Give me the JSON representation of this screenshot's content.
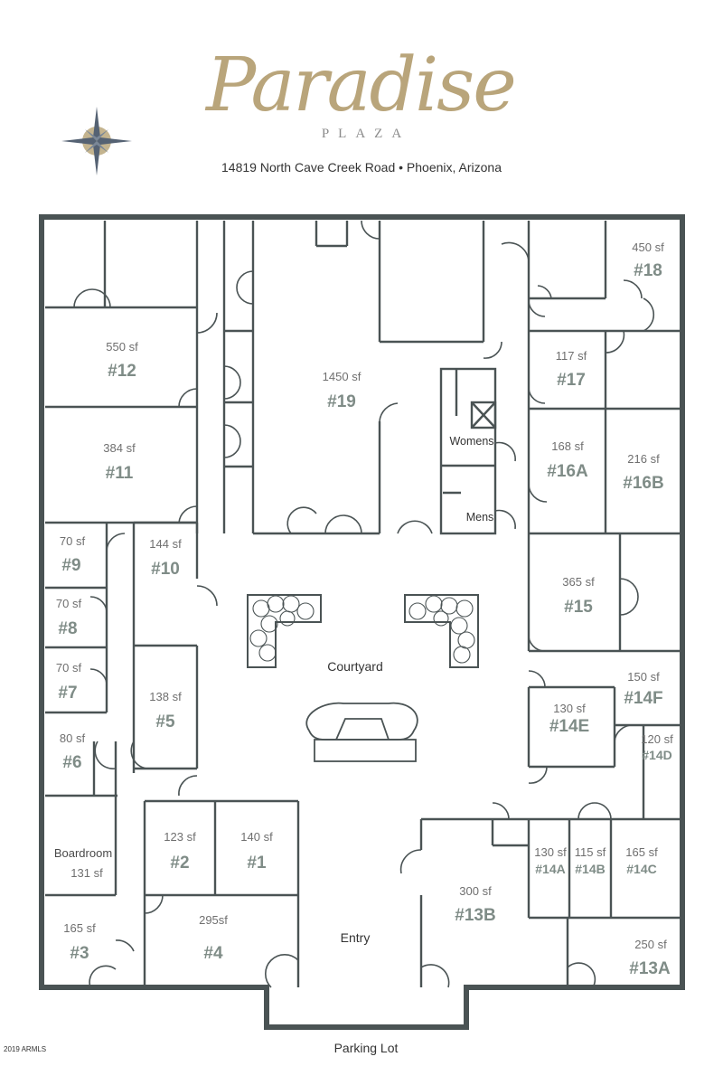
{
  "brand": {
    "title": "Paradise",
    "subtitle": "PLAZA",
    "address": "14819 North Cave Creek Road • Phoenix, Arizona"
  },
  "copyright": "2019 ARMLS",
  "areas": {
    "courtyard": "Courtyard",
    "entry": "Entry",
    "parking": "Parking Lot",
    "womens": "Womens",
    "mens": "Mens"
  },
  "rooms": [
    {
      "id": "18",
      "sf": "450 sf",
      "num": "#18"
    },
    {
      "id": "12",
      "sf": "550 sf",
      "num": "#12"
    },
    {
      "id": "19",
      "sf": "1450 sf",
      "num": "#19"
    },
    {
      "id": "17",
      "sf": "117 sf",
      "num": "#17"
    },
    {
      "id": "11",
      "sf": "384 sf",
      "num": "#11"
    },
    {
      "id": "16a",
      "sf": "168 sf",
      "num": "#16A"
    },
    {
      "id": "16b",
      "sf": "216 sf",
      "num": "#16B"
    },
    {
      "id": "9",
      "sf": "70 sf",
      "num": "#9"
    },
    {
      "id": "10",
      "sf": "144 sf",
      "num": "#10"
    },
    {
      "id": "15",
      "sf": "365 sf",
      "num": "#15"
    },
    {
      "id": "8",
      "sf": "70 sf",
      "num": "#8"
    },
    {
      "id": "7",
      "sf": "70 sf",
      "num": "#7"
    },
    {
      "id": "14f",
      "sf": "150 sf",
      "num": "#14F"
    },
    {
      "id": "5",
      "sf": "138 sf",
      "num": "#5"
    },
    {
      "id": "14e",
      "sf": "130 sf",
      "num": "#14E"
    },
    {
      "id": "14d",
      "sf": "120 sf",
      "num": "#14D"
    },
    {
      "id": "6",
      "sf": "80 sf",
      "num": "#6"
    },
    {
      "id": "2",
      "sf": "123 sf",
      "num": "#2"
    },
    {
      "id": "1",
      "sf": "140 sf",
      "num": "#1"
    },
    {
      "id": "14a",
      "sf": "130 sf",
      "num": "#14A"
    },
    {
      "id": "14b",
      "sf": "115 sf",
      "num": "#14B"
    },
    {
      "id": "14c",
      "sf": "165 sf",
      "num": "#14C"
    },
    {
      "id": "13b",
      "sf": "300 sf",
      "num": "#13B"
    },
    {
      "id": "3",
      "sf": "165 sf",
      "num": "#3"
    },
    {
      "id": "4",
      "sf": "295sf",
      "num": "#4"
    },
    {
      "id": "13a",
      "sf": "250 sf",
      "num": "#13A"
    },
    {
      "id": "boardroom",
      "sf": "131 sf",
      "num": "Boardroom"
    }
  ]
}
